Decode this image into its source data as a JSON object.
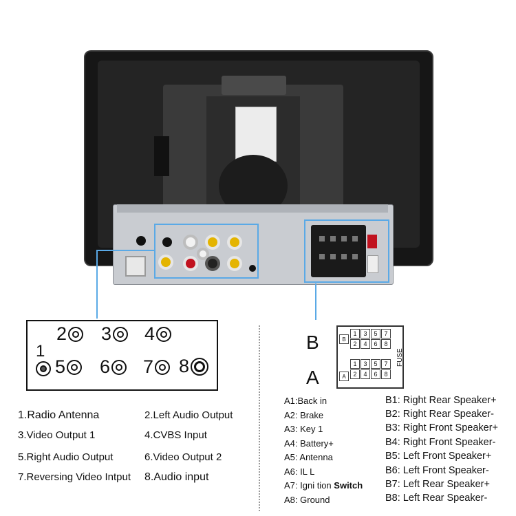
{
  "rca_panel": {
    "ports": [
      {
        "number": "1"
      },
      {
        "number": "2"
      },
      {
        "number": "3"
      },
      {
        "number": "4"
      },
      {
        "number": "5"
      },
      {
        "number": "6"
      },
      {
        "number": "7"
      },
      {
        "number": "8"
      }
    ]
  },
  "rca_legend": [
    "1.Radio Antenna",
    "2.Left Audio Output",
    "3.Video Output 1",
    "4.CVBS Input",
    "5.Right Audio Output",
    "6.Video Output 2",
    "7.Reversing Video Intput",
    "8.Audio input"
  ],
  "iso_connector": {
    "label_b": "B",
    "label_a": "A",
    "fuse_label": "FUSE",
    "block_b_tag": "B",
    "block_a_tag": "A",
    "pin_numbers_top": [
      "1",
      "3",
      "5",
      "7"
    ],
    "pin_numbers_bottom": [
      "2",
      "4",
      "6",
      "8"
    ]
  },
  "a_pins": [
    "A1:Back    in",
    "A2: Brake",
    "A3: Key 1",
    "A4: Battery+",
    "A5: Antenna",
    "A6: IL L",
    "A7:   Igni tion",
    "A8: Ground"
  ],
  "a7_suffix": "Switch",
  "b_pins": [
    "B1: Right Rear Speaker+",
    "B2: Right Rear Speaker-",
    "B3: Right Front Speaker+",
    "B4: Right Front Speaker-",
    "B5: Left Front Speaker+",
    "B6: Left Front Speaker-",
    "B7: Left Rear Speaker+",
    "B8: Left Rear Speaker-"
  ],
  "colors": {
    "highlight": "#5aa9e6",
    "rca_yellow": "#e4b400",
    "rca_red": "#c1121f"
  }
}
